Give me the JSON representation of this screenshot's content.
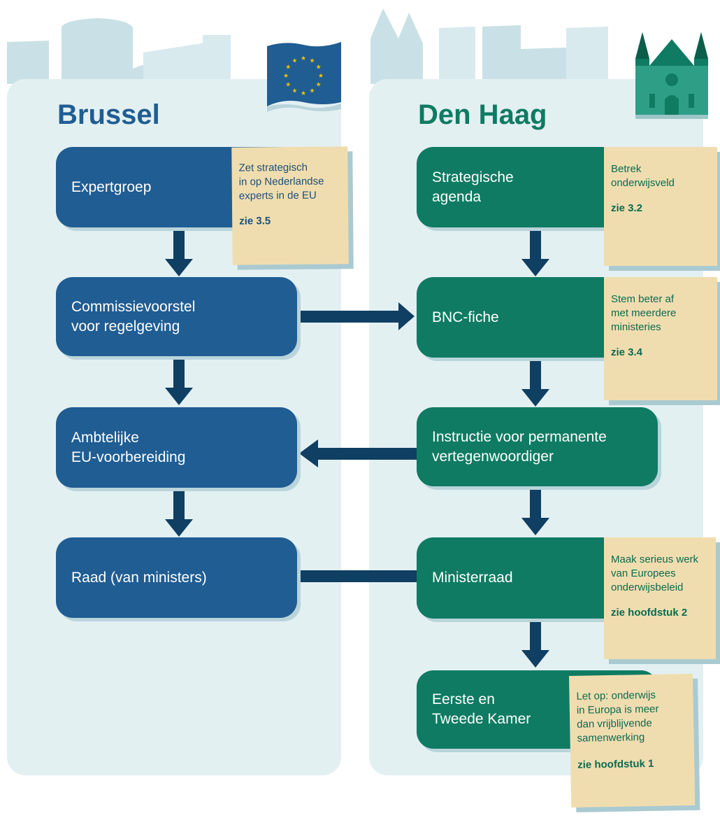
{
  "colors": {
    "panel": "#e3f0f2",
    "skyline": "#c9e1e6",
    "brussel_dark": "#1f5d93",
    "denhaag_green": "#0e7b62",
    "arrow": "#0f3f62",
    "note": "#f0ddaf",
    "eu_star": "#f2c200"
  },
  "icons": {
    "brussel": "eu-flag-icon",
    "denhaag": "church-icon"
  },
  "brussel": {
    "title": "Brussel",
    "steps": [
      "Expertgroep",
      "Commissievoorstel\nvoor regelgeving",
      "Ambtelijke\nEU-voorbereiding",
      "Raad (van ministers)"
    ]
  },
  "denhaag": {
    "title": "Den Haag",
    "steps": [
      "Strategische\nagenda",
      "BNC-fiche",
      "Instructie voor permanente\nvertegenwoordiger",
      "Ministerraad",
      "Eerste en\nTweede Kamer"
    ]
  },
  "notes": {
    "expertgroep": {
      "text": "Zet strategisch\nin op Nederlandse\nexperts in de EU",
      "ref": "zie 3.5"
    },
    "agenda": {
      "text": "Betrek\nonderwijsveld",
      "ref": "zie 3.2"
    },
    "bnc": {
      "text": "Stem beter af\nmet meerdere\nministeries",
      "ref": "zie 3.4"
    },
    "ministerraad": {
      "text": "Maak serieus werk\nvan Europees\nonderwijsbeleid",
      "ref": "zie hoofdstuk 2"
    },
    "kamer": {
      "text": "Let op: onderwijs\nin Europa is meer\ndan vrijblijvende\nsamenwerking",
      "ref": "zie hoofdstuk 1"
    }
  }
}
